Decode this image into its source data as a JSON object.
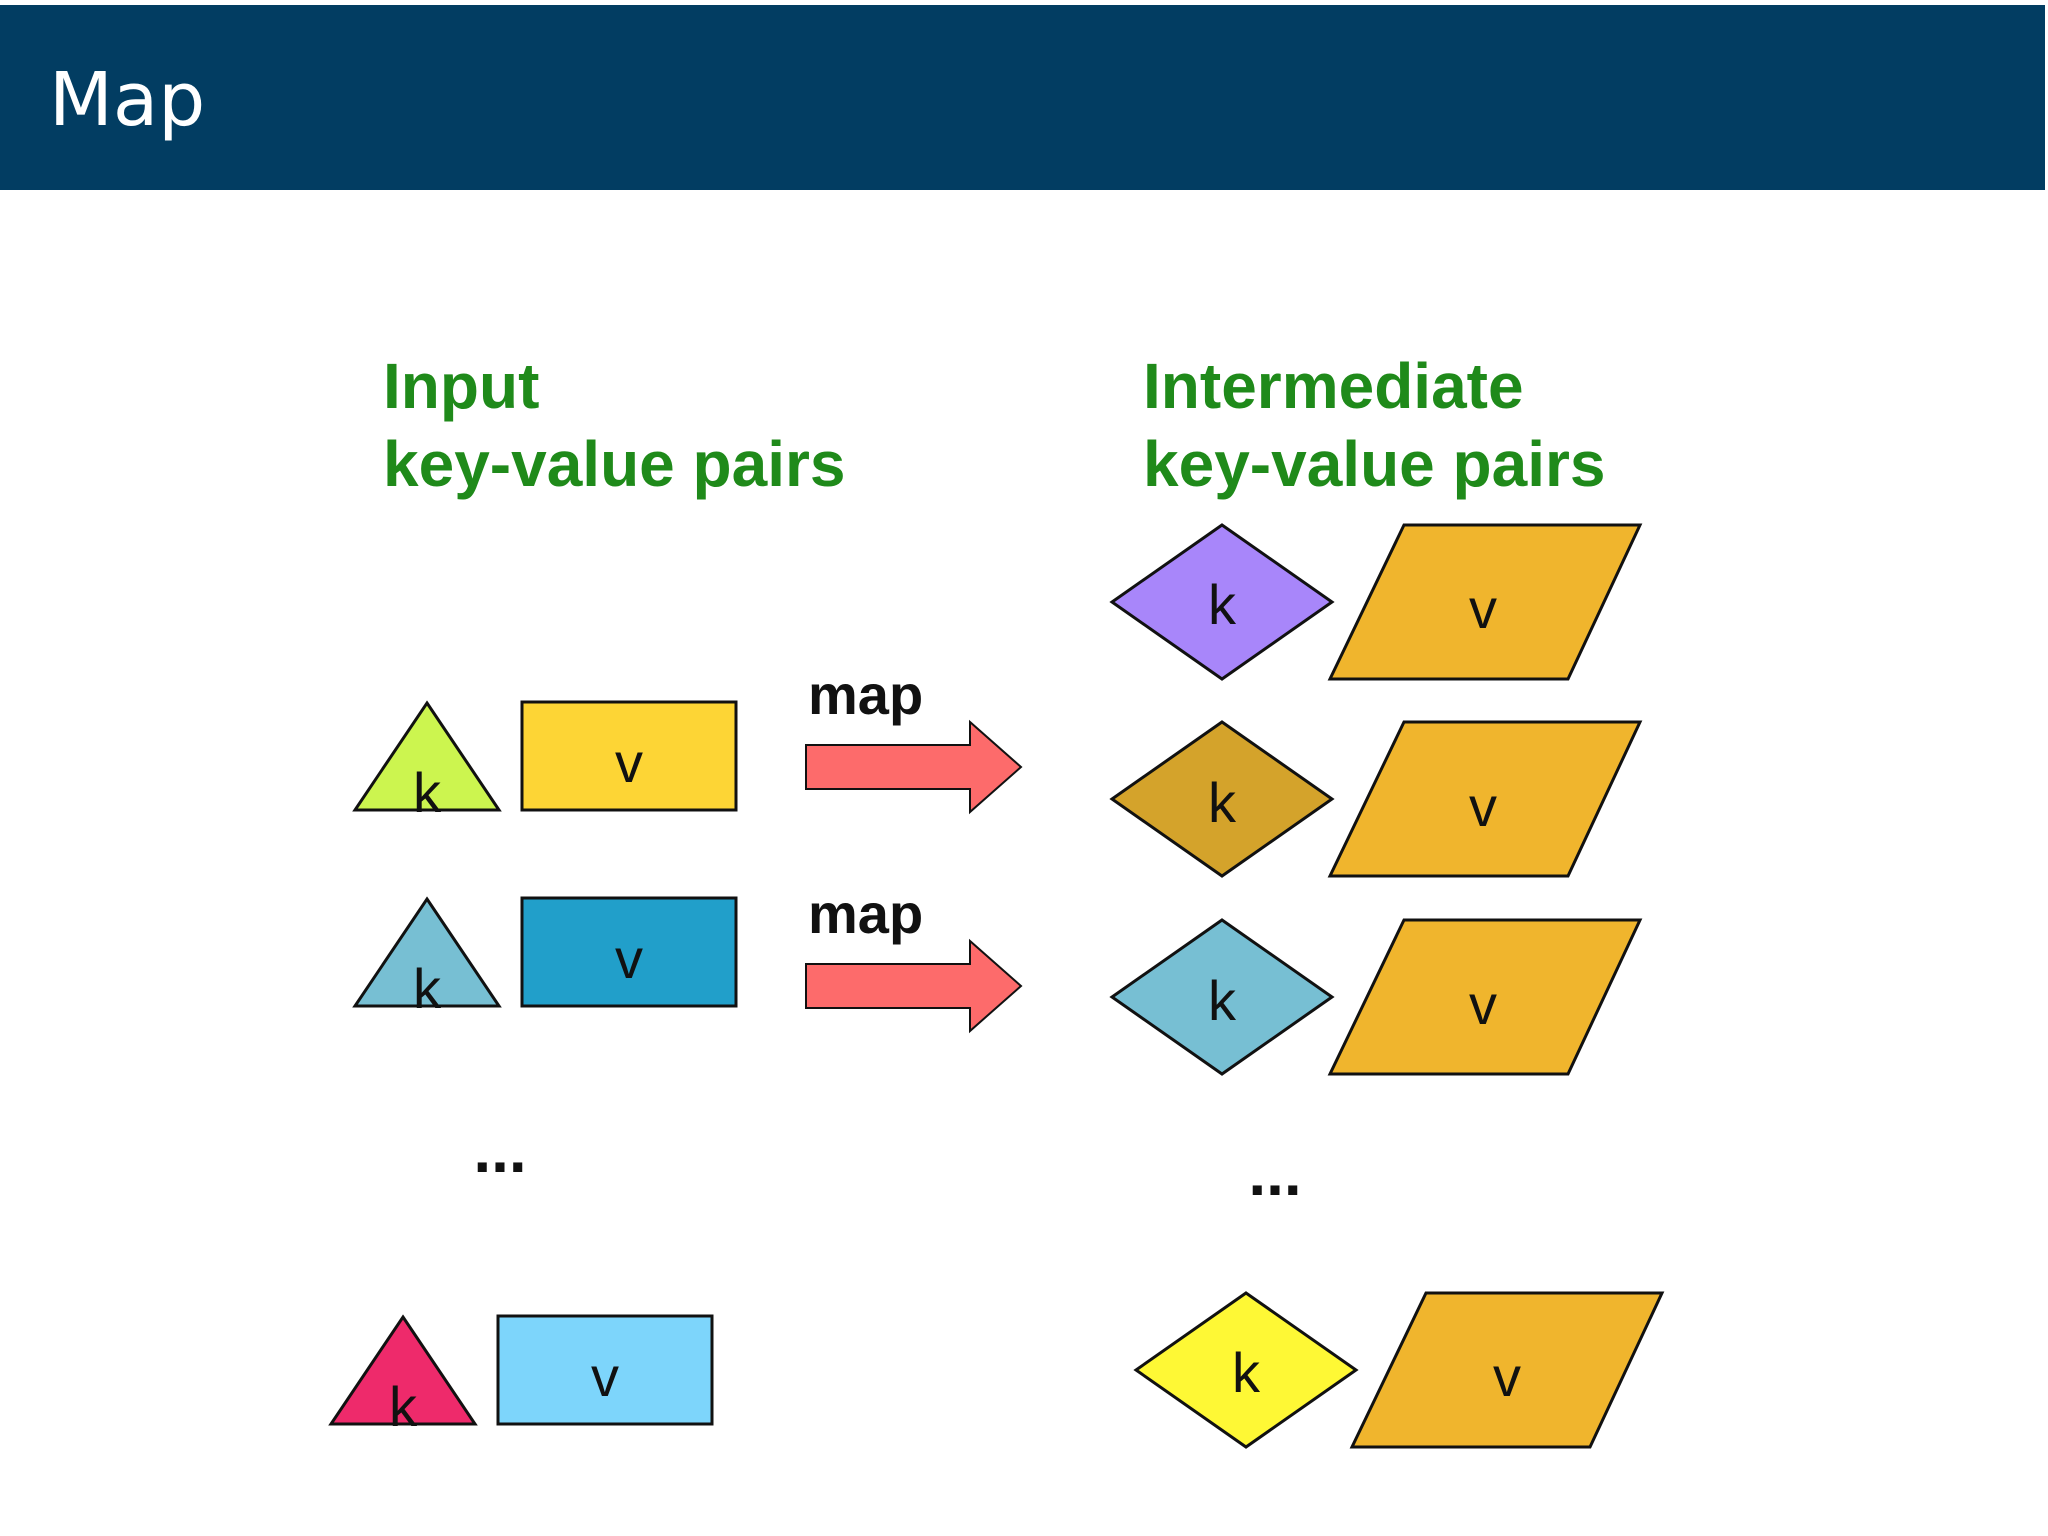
{
  "slide": {
    "title": "Map"
  },
  "input_heading": {
    "line1": "Input",
    "line2": "key-value pairs"
  },
  "intermediate_heading": {
    "line1": "Intermediate",
    "line2": "key-value pairs"
  },
  "labels": {
    "key": "k",
    "value": "v",
    "map": "map",
    "ellipsis": "..."
  },
  "colors": {
    "header_bg": "#023d62",
    "heading_text": "#1f8a1a",
    "arrow": "#fd6b6b",
    "input_key_1": "#ccf54f",
    "input_value_1": "#fdd535",
    "input_key_2": "#77bfd3",
    "input_value_2": "#219fca",
    "input_key_3": "#ee2a6b",
    "input_value_3": "#7dd5fb",
    "intermediate_key_1": "#a886fa",
    "intermediate_key_2": "#d4a32b",
    "intermediate_key_3": "#77bfd3",
    "intermediate_key_4": "#fef835",
    "intermediate_value": "#f0b52d"
  }
}
